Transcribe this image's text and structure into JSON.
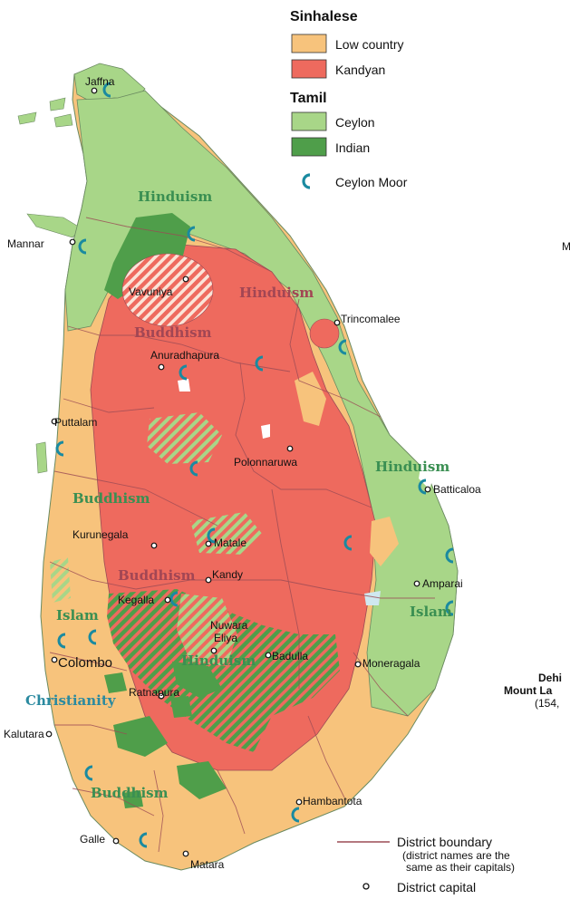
{
  "colors": {
    "low_country": "#f7c37c",
    "kandyan": "#ee6a5e",
    "ceylon_tamil": "#a8d688",
    "indian_tamil": "#4f9e4a",
    "moor": "#1a8aa0",
    "sea": "#ffffff",
    "boundary": "#9b4b55",
    "religion_green": "#3a8f52",
    "religion_red": "#a24654",
    "religion_blue": "#2a8aa0"
  },
  "legend": {
    "sinhalese_heading": "Sinhalese",
    "low_country": "Low country",
    "kandyan": "Kandyan",
    "tamil_heading": "Tamil",
    "ceylon": "Ceylon",
    "indian": "Indian",
    "ceylon_moor": "Ceylon Moor",
    "moor_icon": "crescent-icon"
  },
  "bottom_legend": {
    "district_boundary": "District boundary",
    "district_note_1": "(district names are the",
    "district_note_2": "same as their capitals)",
    "district_capital": "District capital"
  },
  "cities": {
    "jaffna": "Jaffna",
    "mannar": "Mannar",
    "vavuniya": "Vavuniya",
    "trincomalee": "Trincomalee",
    "anuradhapura": "Anuradhapura",
    "puttalam": "Puttalam",
    "polonnaruwa": "Polonnaruwa",
    "batticaloa": "Batticaloa",
    "kurunegala": "Kurunegala",
    "matale": "Matale",
    "kandy": "Kandy",
    "ampara": "Amparai",
    "kegalla": "Kegalla",
    "nuwara": "Nuwara",
    "eliya": "Eliya",
    "badulla": "Badulla",
    "colombo": "Colombo",
    "moneragala": "Moneragala",
    "ratnapura": "Ratnapura",
    "kalutara": "Kalutara",
    "hambantota": "Hambantota",
    "galle": "Galle",
    "matara": "Matara"
  },
  "religions": {
    "hinduism": "Hinduism",
    "buddhism": "Buddhism",
    "islam": "Islam",
    "christianity": "Christianity"
  },
  "edge_text": {
    "m": "M",
    "dehi": "Dehi",
    "mount": "Mount La",
    "alt": "(154,"
  }
}
